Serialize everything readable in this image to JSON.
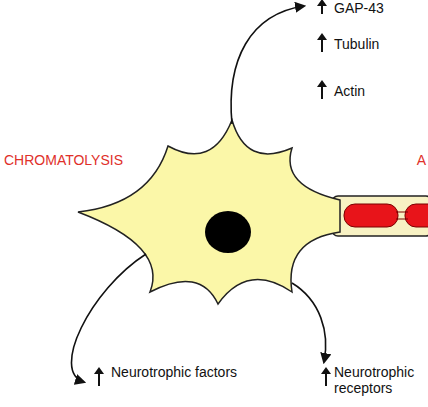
{
  "diagram": {
    "labels": [
      "GAP-43",
      "Tubulin",
      "Actin",
      "CHROMATOLYSIS",
      "A",
      "Neurotrophic factors",
      "Neurotrophic receptors"
    ]
  }
}
